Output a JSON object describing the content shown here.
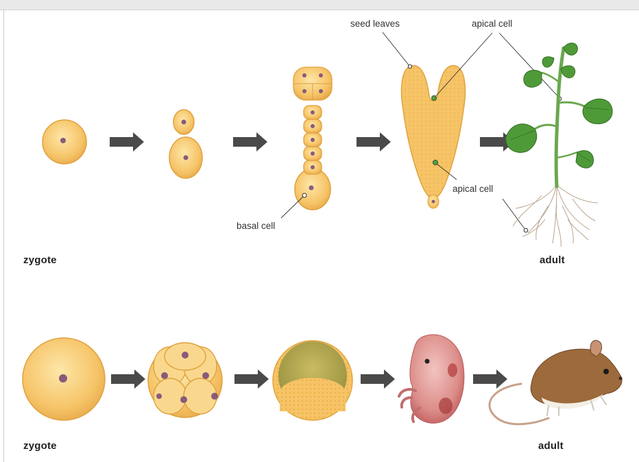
{
  "labels": {
    "plant_zygote": "zygote",
    "plant_adult": "adult",
    "animal_zygote": "zygote",
    "animal_adult": "adult",
    "seed_leaves": "seed leaves",
    "apical_cell_top": "apical cell",
    "apical_cell_bottom": "apical cell",
    "basal_cell": "basal cell"
  },
  "colors": {
    "cell_fill": "#f6c468",
    "cell_edge": "#e0a13c",
    "nucleus": "#8a5a7a",
    "arrow": "#4a4a4a",
    "leader_line": "#333333",
    "marker": "#5a9a4a",
    "leaf": "#4f9a38",
    "stem": "#6aa84f",
    "root": "#b9a38c",
    "embryo": "#d98a8a",
    "mouse_fur": "#9c6a3c",
    "mouse_belly": "#f4efe6"
  },
  "icons": [
    "right-arrow-icon",
    "plant-icon",
    "mouse-icon",
    "embryo-icon"
  ]
}
